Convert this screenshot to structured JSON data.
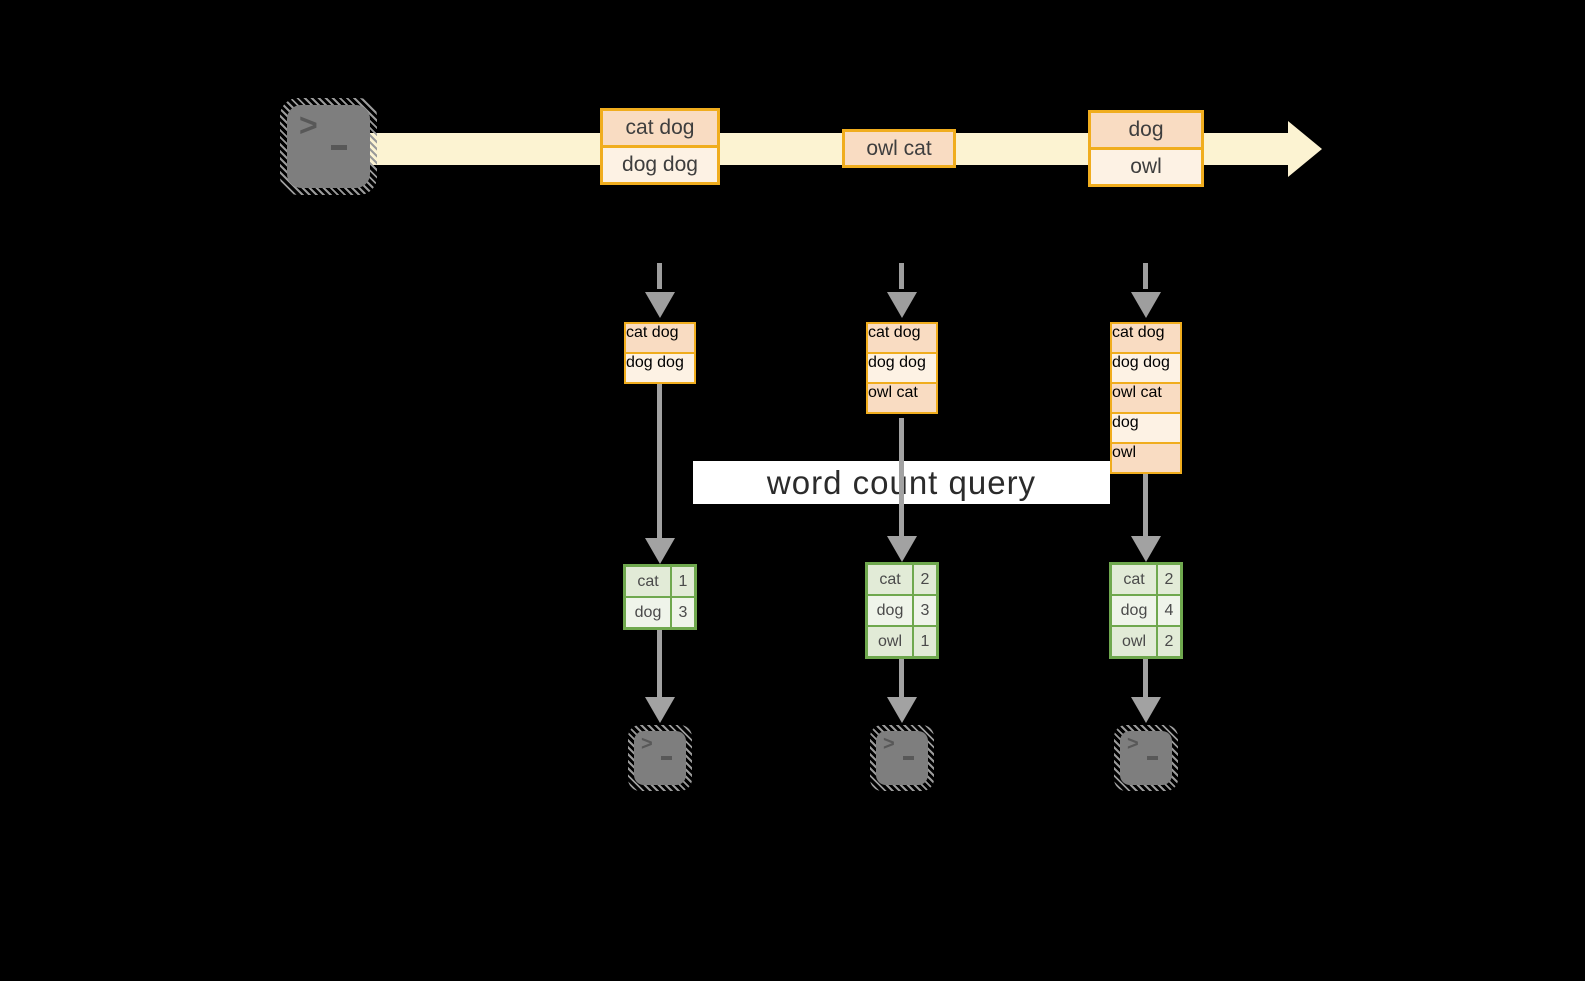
{
  "title": {
    "query_label": "word count query"
  },
  "terminal": {
    "prompt_char": ">"
  },
  "colors": {
    "background": "#000000",
    "amber_border": "#F0AD1E",
    "record_fill_dark": "#F9DCC2",
    "record_fill_light": "#FDF2E4",
    "stream_band": "#FCF3D2",
    "green_border": "#6FA84E",
    "count_fill_dark": "#E2EBD7",
    "count_fill_light": "#EFF4EA",
    "arrow_gray": "#A2A2A2",
    "terminal_gray": "#7E7E7E",
    "label_background": "#FFFFFF"
  },
  "stream": {
    "boxes": [
      {
        "rows": [
          "cat dog",
          "dog dog"
        ]
      },
      {
        "rows": [
          "owl cat"
        ]
      },
      {
        "rows": [
          "dog",
          "owl"
        ]
      }
    ]
  },
  "columns": [
    {
      "state_rows": [
        "cat dog",
        "dog dog"
      ],
      "counts": [
        {
          "word": "cat",
          "count": "1"
        },
        {
          "word": "dog",
          "count": "3"
        }
      ]
    },
    {
      "state_rows": [
        "cat dog",
        "dog dog",
        "owl cat"
      ],
      "counts": [
        {
          "word": "cat",
          "count": "2"
        },
        {
          "word": "dog",
          "count": "3"
        },
        {
          "word": "owl",
          "count": "1"
        }
      ]
    },
    {
      "state_rows": [
        "cat dog",
        "dog dog",
        "owl cat",
        "dog",
        "owl"
      ],
      "counts": [
        {
          "word": "cat",
          "count": "2"
        },
        {
          "word": "dog",
          "count": "4"
        },
        {
          "word": "owl",
          "count": "2"
        }
      ]
    }
  ]
}
